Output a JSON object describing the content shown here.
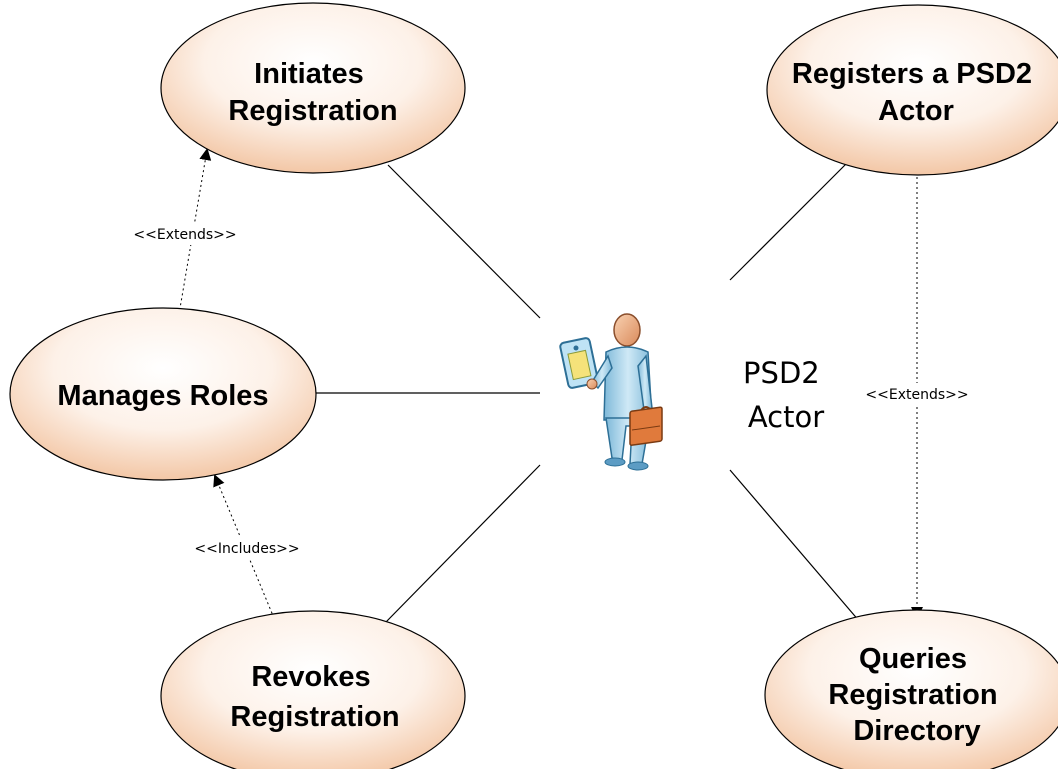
{
  "use_cases": {
    "initiates_registration": [
      "Initiates",
      "Registration"
    ],
    "registers_psd2_actor": [
      "Registers a PSD2",
      "Actor"
    ],
    "manages_roles": [
      "Manages Roles"
    ],
    "revokes_registration": [
      "Revokes",
      "Registration"
    ],
    "queries_registration_directory": [
      "Queries",
      "Registration",
      "Directory"
    ]
  },
  "actor": {
    "name_lines": [
      "PSD2",
      "Actor"
    ],
    "icon": "business-person-icon"
  },
  "relationships": {
    "extends_manages_to_initiates": "<<Extends>>",
    "includes_revokes_to_manages": "<<Includes>>",
    "extends_registers_to_queries": "<<Extends>>"
  },
  "colors": {
    "usecase_fill_center": "#ffffff",
    "usecase_fill_edge": "#f6d2b8",
    "line": "#000000",
    "actor_body": "#a8d4ea",
    "actor_skin": "#f2b48a",
    "briefcase": "#e07a3c"
  }
}
